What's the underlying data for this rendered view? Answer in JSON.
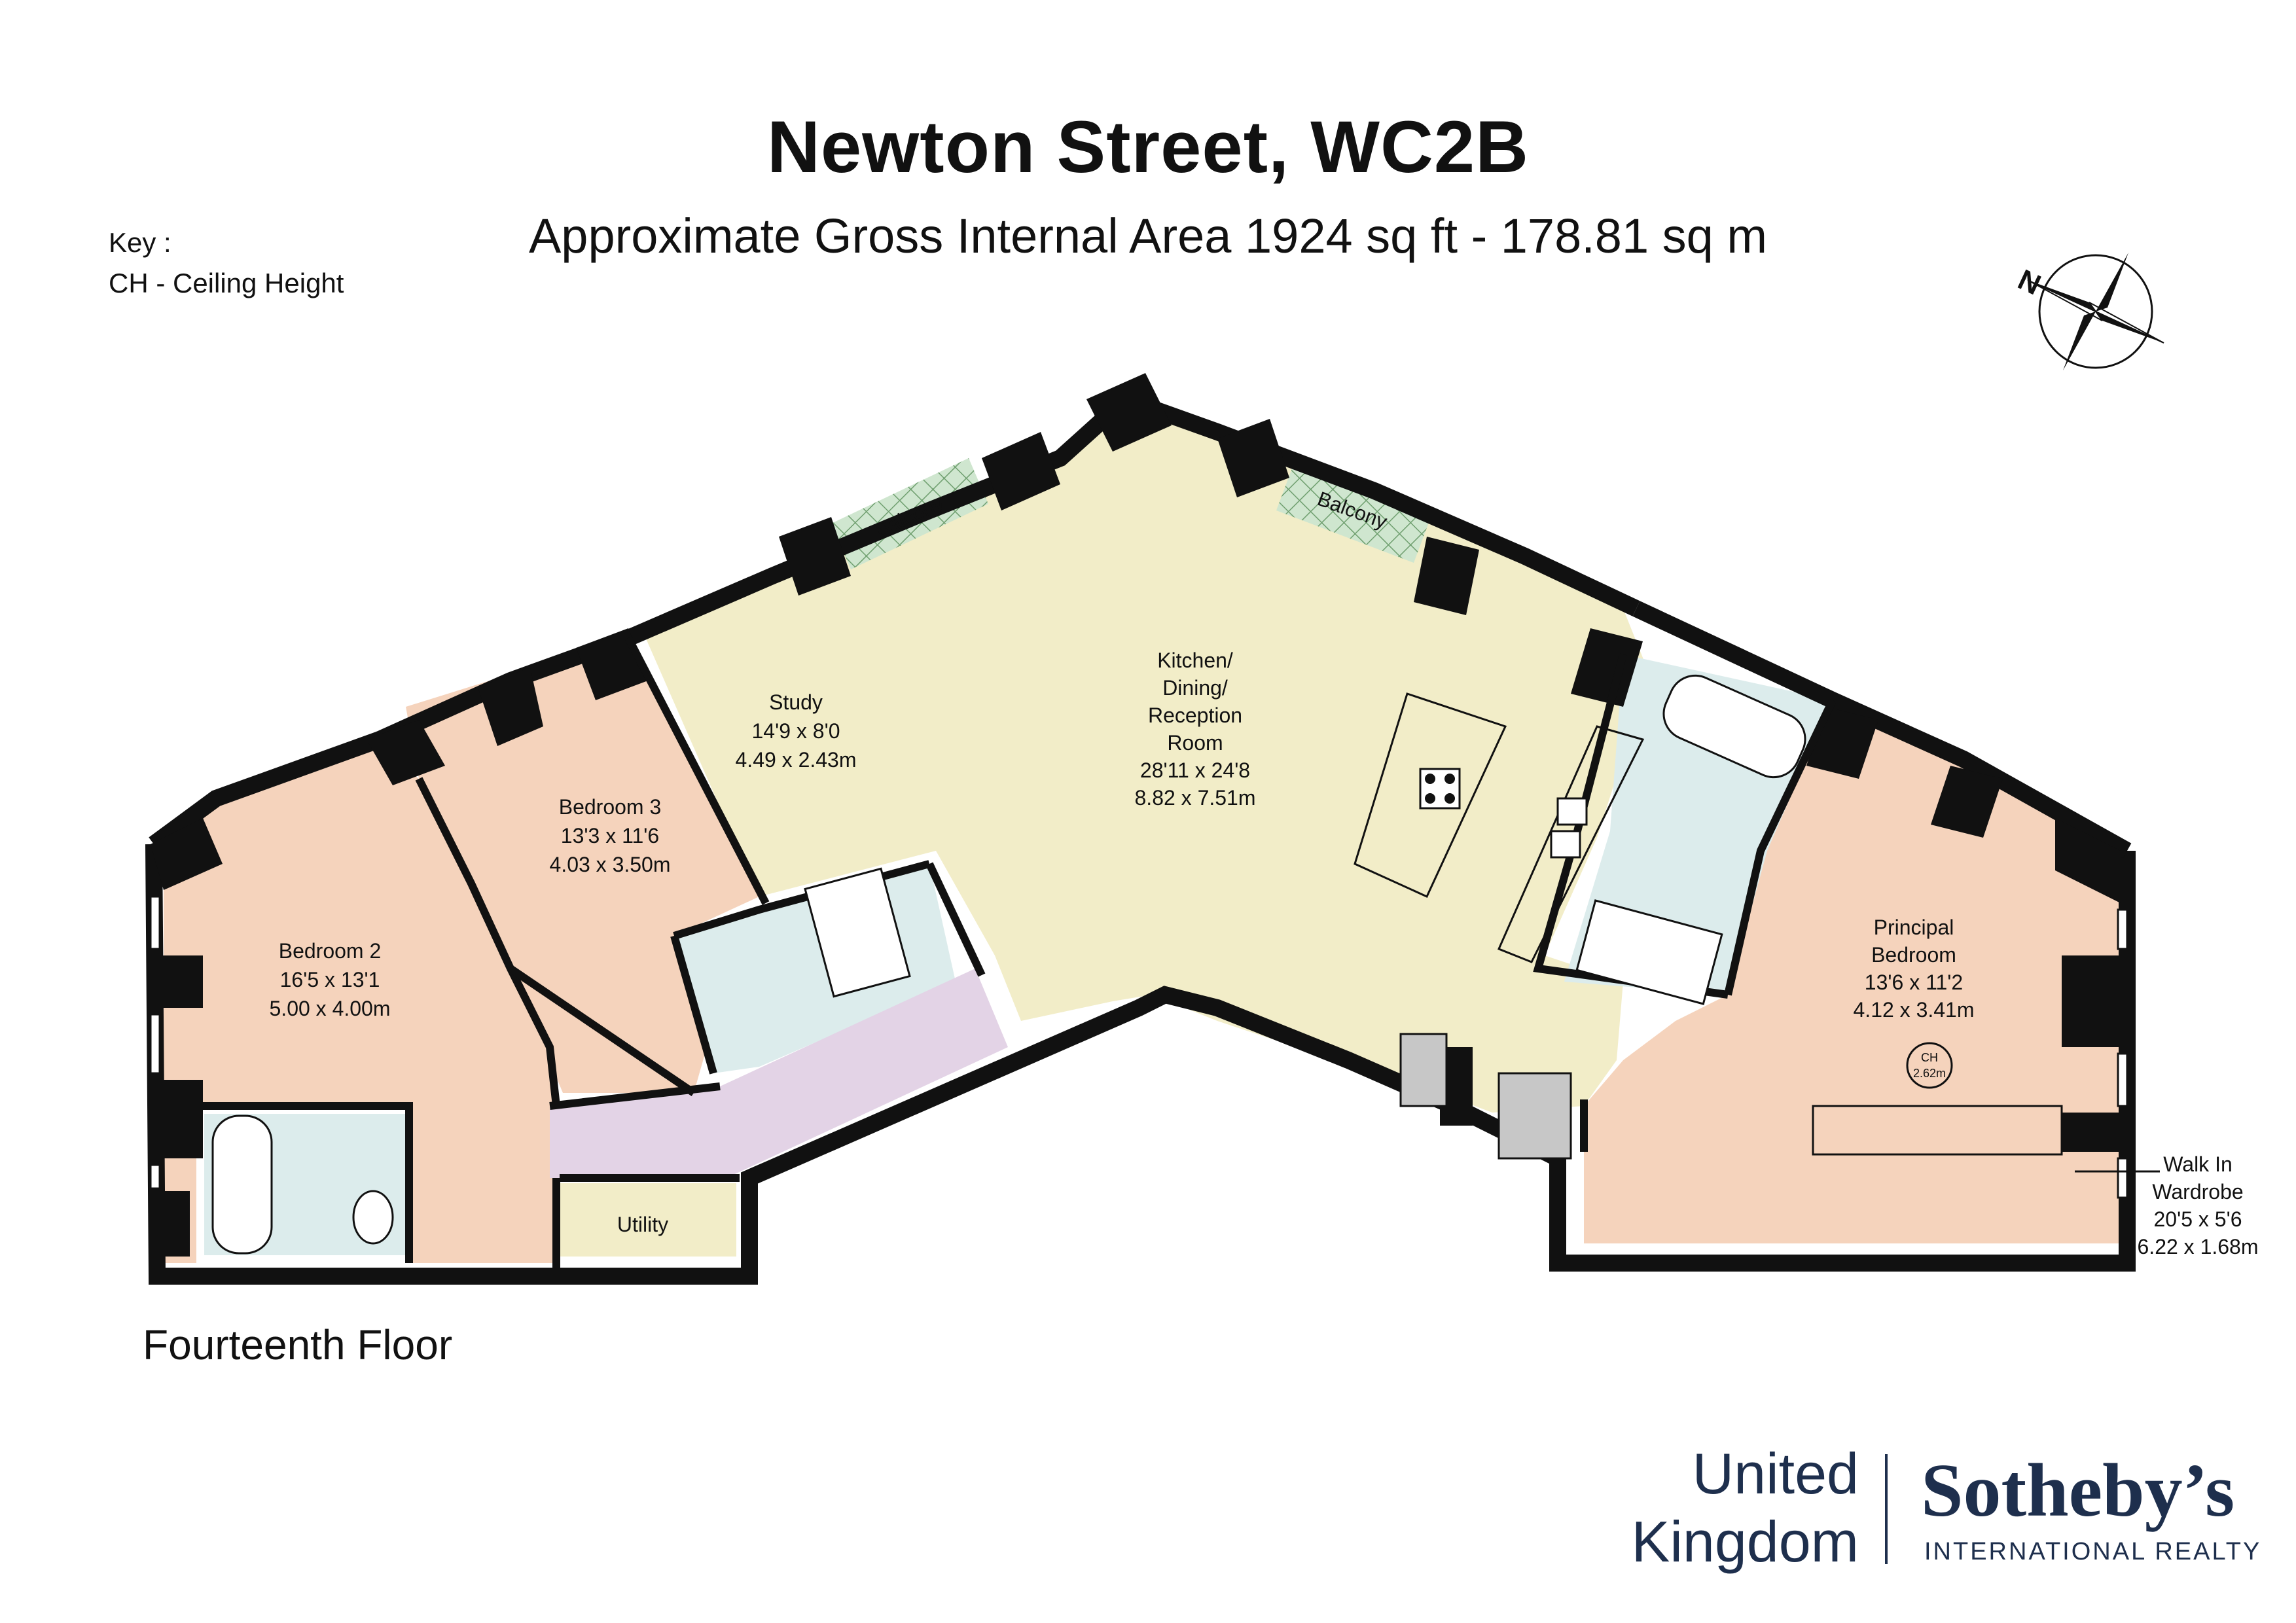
{
  "header": {
    "title": "Newton Street, WC2B",
    "subtitle": "Approximate Gross Internal Area 1924 sq ft - 178.81 sq m"
  },
  "key": {
    "heading": "Key :",
    "entry": "CH - Ceiling Height"
  },
  "compass": {
    "label": "N"
  },
  "rooms": {
    "study": {
      "name": "Study",
      "imperial": "14'9 x 8'0",
      "metric": "4.49 x 2.43m"
    },
    "kitchen": {
      "line1": "Kitchen/",
      "line2": "Dining/",
      "line3": "Reception",
      "line4": "Room",
      "imperial": "28'11 x 24'8",
      "metric": "8.82 x 7.51m"
    },
    "bedroom3": {
      "name": "Bedroom 3",
      "imperial": "13'3 x 11'6",
      "metric": "4.03 x 3.50m"
    },
    "bedroom2": {
      "name": "Bedroom 2",
      "imperial": "16'5 x 13'1",
      "metric": "5.00 x 4.00m"
    },
    "principal": {
      "line1": "Principal",
      "line2": "Bedroom",
      "imperial": "13'6 x 11'2",
      "metric": "4.12 x 3.41m"
    },
    "utility": {
      "name": "Utility"
    },
    "balcony_left": {
      "name": "Balcony"
    },
    "balcony_right": {
      "name": "Balcony"
    },
    "wardrobe": {
      "line1": "Walk In",
      "line2": "Wardrobe",
      "imperial": "20'5 x 5'6",
      "metric": "6.22 x 1.68m"
    },
    "ceiling": {
      "abbr": "CH",
      "value": "2.62m"
    }
  },
  "floor_label": "Fourteenth Floor",
  "branding": {
    "region_line1": "United",
    "region_line2": "Kingdom",
    "name": "Sotheby’s",
    "tagline": "INTERNATIONAL REALTY"
  },
  "colors": {
    "wall": "#111111",
    "kitchen": "#f2edc8",
    "bedroom": "#f5d3bc",
    "bathroom": "#dcecec",
    "hall": "#e3d3e6",
    "utility": "#f2edc8",
    "balcony": "#cfe6cf",
    "brand": "#1e2f4d"
  }
}
